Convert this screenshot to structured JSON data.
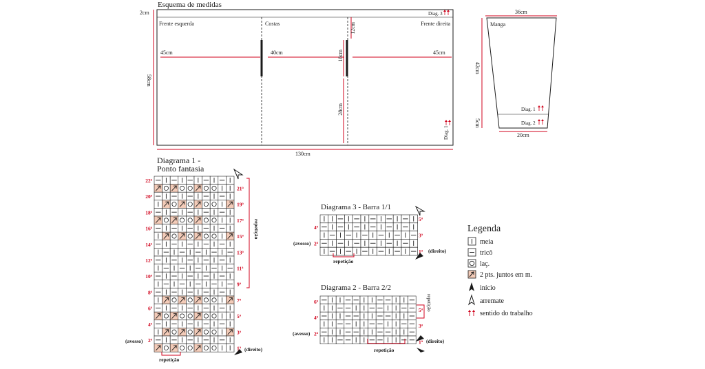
{
  "schema": {
    "title": "Esquema de medidas",
    "panels": {
      "left": "Frente esquerda",
      "back": "Costas",
      "right": "Frente direita"
    },
    "measures": {
      "left_width": "45cm",
      "back_width": "40cm",
      "right_width": "45cm",
      "total_width": "130cm",
      "height": "58cm",
      "top_band": "2cm",
      "neck_12": "12cm",
      "neck_18": "18cm",
      "lower_28": "28cm"
    },
    "diag3_tag": "Diag. 3",
    "diag1_tag": "Diag. 1"
  },
  "sleeve": {
    "title": "Manga",
    "top": "36cm",
    "bottom": "20cm",
    "height": "42cm",
    "cuff": "5cm",
    "diag1_tag": "Diag. 1",
    "diag2_tag": "Diag. 2"
  },
  "diagram1": {
    "title_line1": "Diagrama 1 -",
    "title_line2": "Ponto fantasia",
    "left_rows": [
      "22ª",
      "20ª",
      "18ª",
      "16ª",
      "14ª",
      "12ª",
      "10ª",
      "8ª",
      "6ª",
      "4ª",
      "2ª"
    ],
    "right_rows": [
      "21ª",
      "19ª",
      "17ª",
      "15ª",
      "13ª",
      "11ª",
      "9ª",
      "7ª",
      "5ª",
      "3ª",
      "1ª"
    ],
    "avesso": "(avesso)",
    "direito": "(direito)",
    "repeat_bottom": "repetição",
    "repeat_side": "repetição"
  },
  "diagram3": {
    "title": "Diagrama 3 - Barra 1/1",
    "left_rows": [
      "4ª",
      "2ª"
    ],
    "right_rows": [
      "5ª",
      "3ª",
      "1ª"
    ],
    "avesso": "(avesso)",
    "direito": "(direito)",
    "repeat": "repetição"
  },
  "diagram2": {
    "title": "Diagrama 2 - Barra 2/2",
    "left_rows": [
      "6ª",
      "4ª",
      "2ª"
    ],
    "right_rows": [
      "5ª",
      "3ª",
      "1ª"
    ],
    "avesso": "(avesso)",
    "direito": "(direito)",
    "repeat": "repetição",
    "repeat_side": "repetição"
  },
  "legend": {
    "title": "Legenda",
    "items": [
      {
        "symbol": "meia-icon",
        "label": "meia"
      },
      {
        "symbol": "trico-icon",
        "label": "tricô"
      },
      {
        "symbol": "laceada-icon",
        "label": "laç."
      },
      {
        "symbol": "two-together-icon",
        "label": "2 pts. juntos em m."
      },
      {
        "symbol": "start-arrow-icon",
        "label": "início"
      },
      {
        "symbol": "bind-off-arrow-icon",
        "label": "arremate"
      },
      {
        "symbol": "direction-arrows-icon",
        "label": "sentido do trabalho"
      }
    ]
  },
  "colors": {
    "accent_red": "#d0021b",
    "ink": "#1a1a1a",
    "k2tog_fill": "#f3cbb8"
  }
}
